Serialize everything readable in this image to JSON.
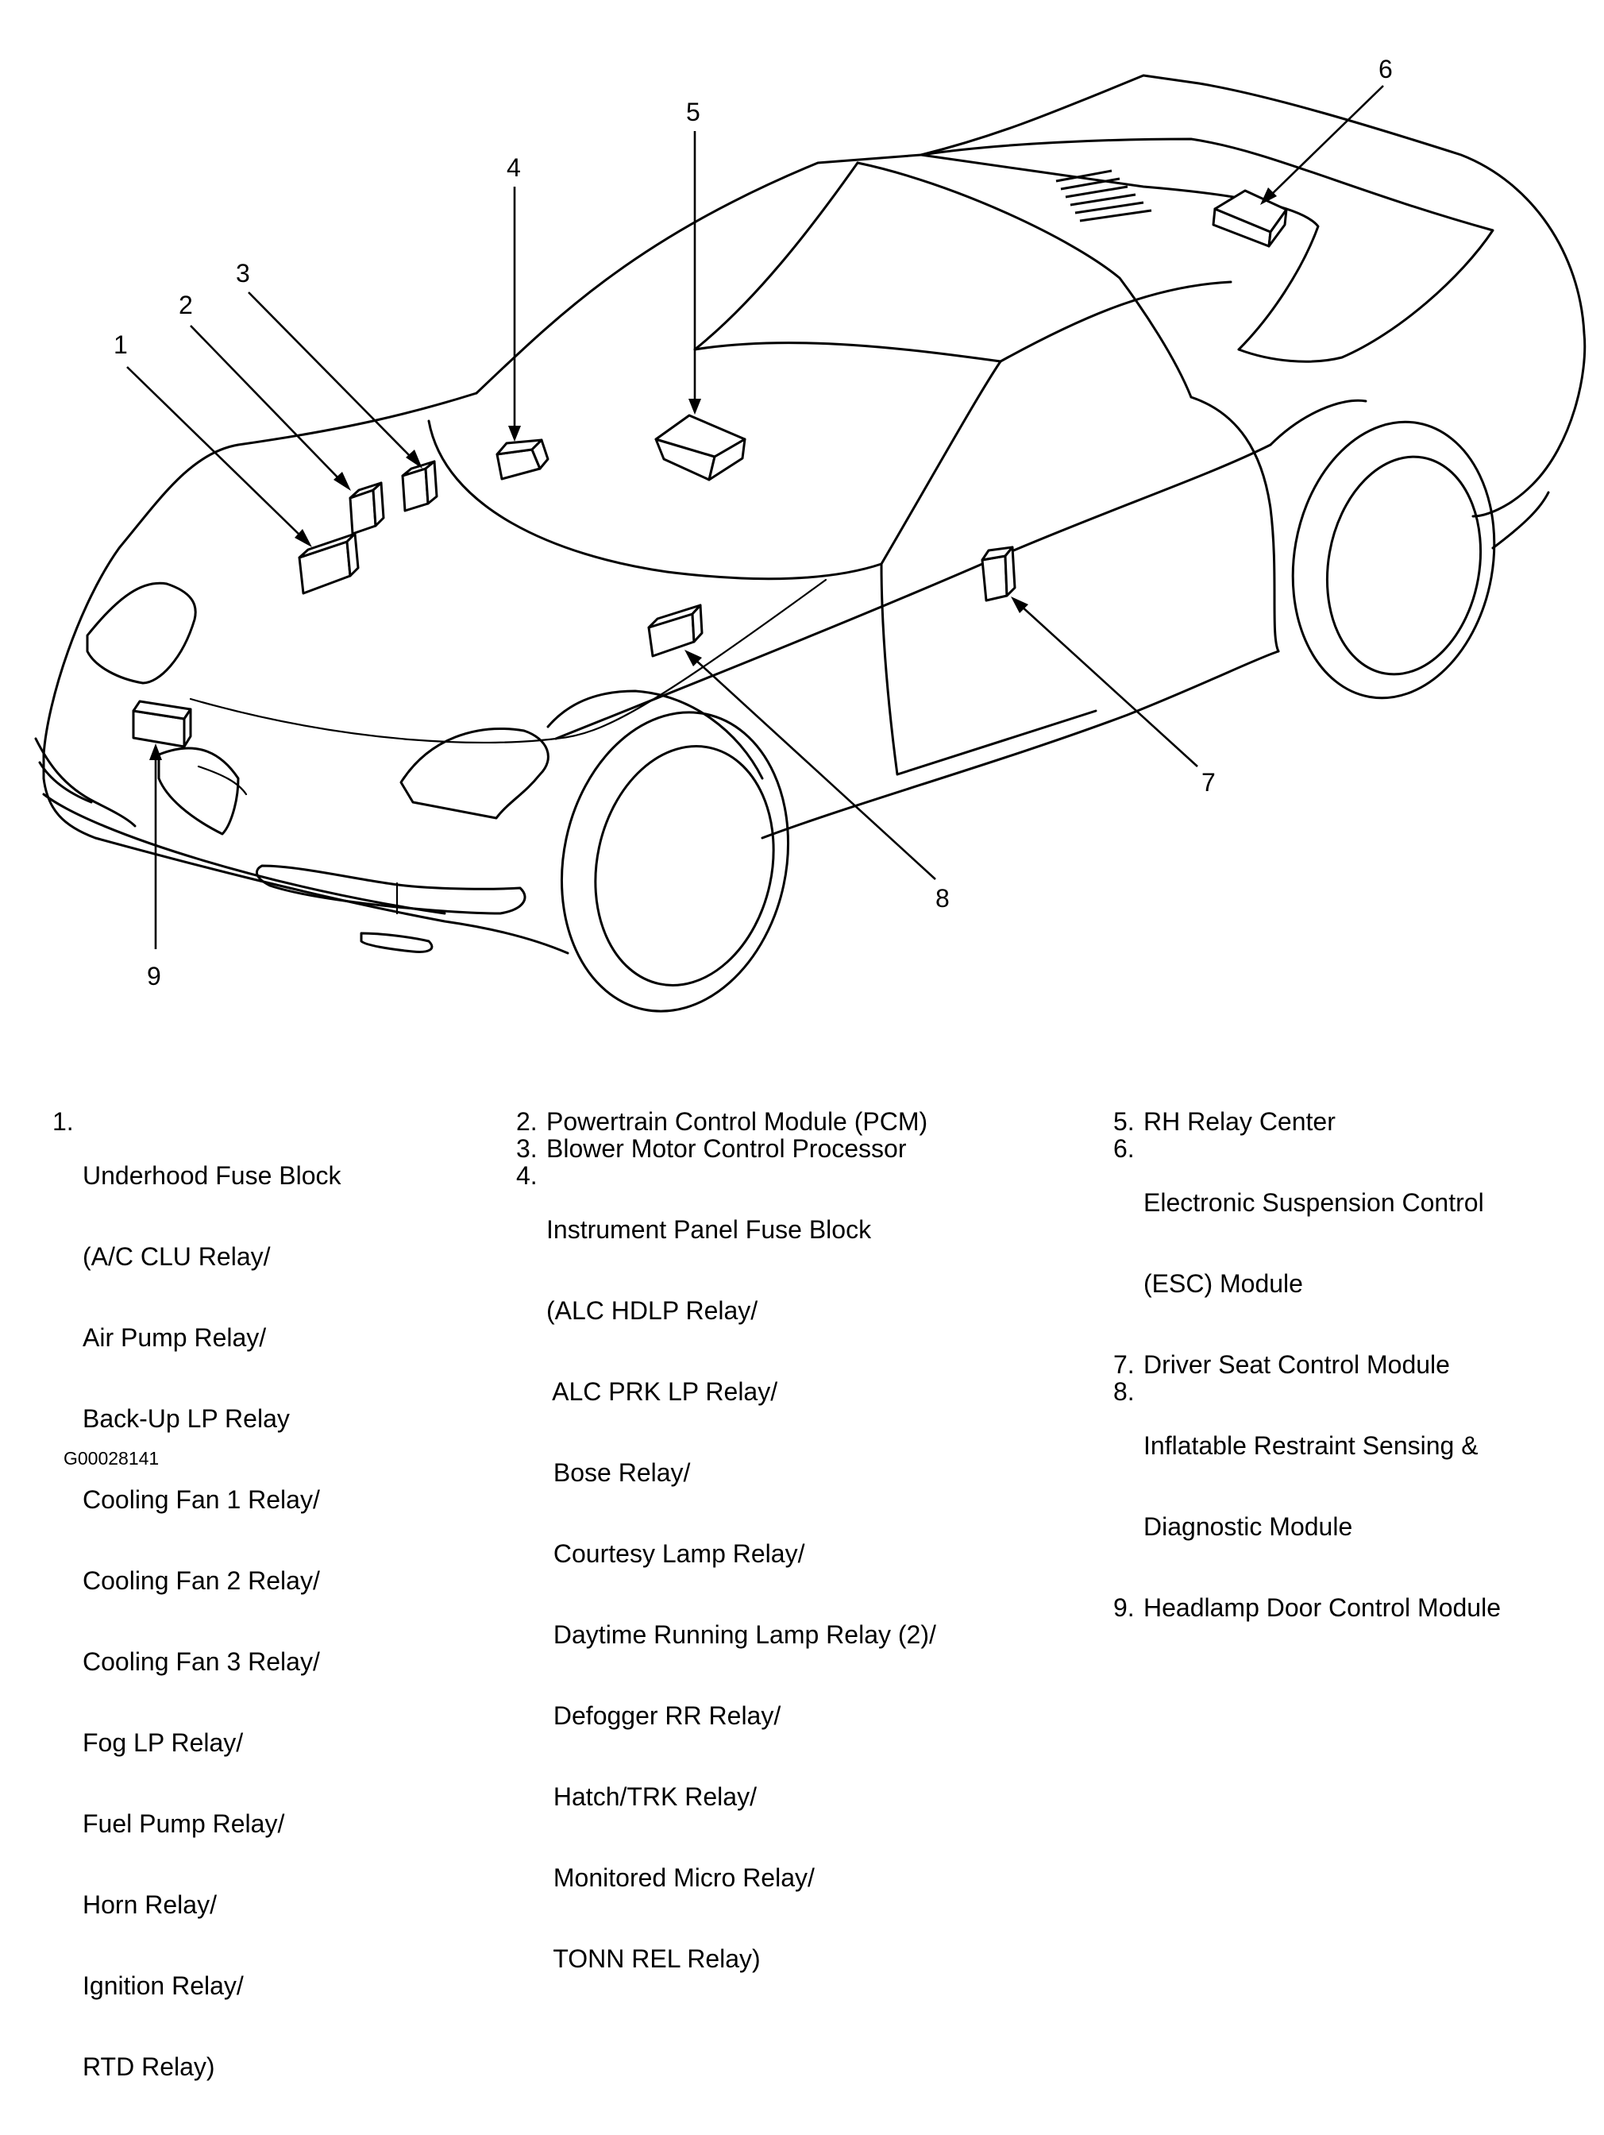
{
  "callouts": [
    "1",
    "2",
    "3",
    "4",
    "5",
    "6",
    "7",
    "8",
    "9"
  ],
  "legend": {
    "item1": {
      "num": "1.",
      "title": "Underhood Fuse Block",
      "lines": [
        "(A/C CLU Relay/",
        "Air Pump Relay/",
        "Back-Up LP Relay",
        "Cooling Fan 1 Relay/",
        "Cooling Fan 2 Relay/",
        "Cooling Fan 3 Relay/",
        "Fog LP Relay/",
        "Fuel Pump Relay/",
        "Horn Relay/",
        "Ignition Relay/",
        "RTD Relay)"
      ]
    },
    "item2": {
      "num": "2.",
      "title": "Powertrain Control Module (PCM)"
    },
    "item3": {
      "num": "3.",
      "title": "Blower Motor Control Processor"
    },
    "item4": {
      "num": "4.",
      "title": "Instrument Panel Fuse Block",
      "lines": [
        "(ALC HDLP Relay/",
        " ALC PRK LP Relay/",
        " Bose Relay/",
        " Courtesy Lamp Relay/",
        " Daytime Running Lamp Relay (2)/",
        " Defogger RR Relay/",
        " Hatch/TRK Relay/",
        " Monitored Micro Relay/",
        " TONN REL Relay)"
      ]
    },
    "item5": {
      "num": "5.",
      "title": "RH Relay Center"
    },
    "item6": {
      "num": "6.",
      "title": "Electronic Suspension Control",
      "lines": [
        "(ESC) Module"
      ]
    },
    "item7": {
      "num": "7.",
      "title": "Driver Seat Control Module"
    },
    "item8": {
      "num": "8.",
      "title": "Inflatable Restraint Sensing &",
      "lines": [
        "Diagnostic Module"
      ]
    },
    "item9": {
      "num": "9.",
      "title": "Headlamp Door Control Module"
    }
  },
  "figure_code": "G00028141"
}
